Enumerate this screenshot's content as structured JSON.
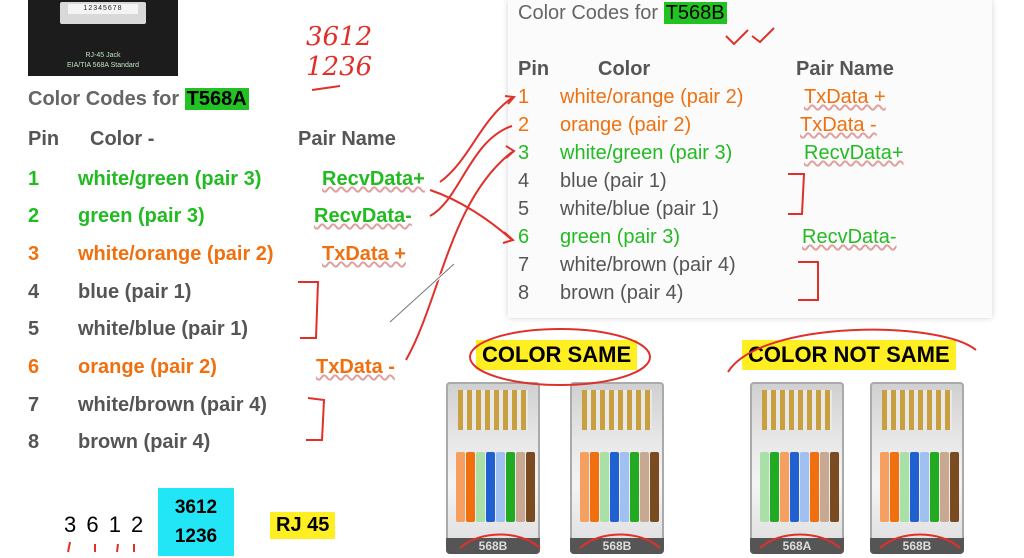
{
  "jack": {
    "pins": "12345678",
    "caption_line1": "RJ-45 Jack",
    "caption_line2": "EIA/TIA 568A Standard"
  },
  "handwriting_top": {
    "line1": "3612",
    "line2": "1236"
  },
  "left_table": {
    "title_prefix": "Color Codes for ",
    "title_highlight": "T568A",
    "headers": {
      "pin": "Pin",
      "color": "Color -",
      "pair": "Pair Name"
    },
    "rows": [
      {
        "pin": "1",
        "color": "white/green (pair 3)",
        "pair": "RecvData+",
        "tone": "green"
      },
      {
        "pin": "2",
        "color": "green (pair 3)",
        "pair": "RecvData-",
        "tone": "green"
      },
      {
        "pin": "3",
        "color": "white/orange (pair 2)",
        "pair": "TxData +",
        "tone": "orange"
      },
      {
        "pin": "4",
        "color": "blue (pair 1)",
        "pair": "",
        "tone": "gray"
      },
      {
        "pin": "5",
        "color": "white/blue (pair 1)",
        "pair": "",
        "tone": "gray"
      },
      {
        "pin": "6",
        "color": "orange (pair 2)",
        "pair": "TxData -",
        "tone": "orange"
      },
      {
        "pin": "7",
        "color": "white/brown (pair 4)",
        "pair": "",
        "tone": "gray"
      },
      {
        "pin": "8",
        "color": "brown (pair 4)",
        "pair": "",
        "tone": "gray"
      }
    ]
  },
  "right_table": {
    "title_prefix": "Color Codes for ",
    "title_highlight": "T568B",
    "headers": {
      "pin": "Pin",
      "color": "Color",
      "pair": "Pair Name"
    },
    "rows": [
      {
        "pin": "1",
        "color": "white/orange (pair 2)",
        "pair": "TxData +",
        "tone": "orange"
      },
      {
        "pin": "2",
        "color": "orange (pair 2)",
        "pair": "TxData -",
        "tone": "orange"
      },
      {
        "pin": "3",
        "color": "white/green (pair 3)",
        "pair": "RecvData+",
        "tone": "green"
      },
      {
        "pin": "4",
        "color": "blue (pair 1)",
        "pair": "",
        "tone": "gray"
      },
      {
        "pin": "5",
        "color": "white/blue (pair 1)",
        "pair": "",
        "tone": "gray"
      },
      {
        "pin": "6",
        "color": "green (pair 3)",
        "pair": "RecvData-",
        "tone": "green"
      },
      {
        "pin": "7",
        "color": "white/brown (pair 4)",
        "pair": "",
        "tone": "gray"
      },
      {
        "pin": "8",
        "color": "brown (pair 4)",
        "pair": "",
        "tone": "gray"
      }
    ]
  },
  "labels": {
    "color_same": "COLOR SAME",
    "color_not_same": "COLOR NOT SAME",
    "rj45": "RJ 45"
  },
  "bottom": {
    "digits": "3 6 1 2",
    "cyan_line1": "3612",
    "cyan_line2": "1236"
  },
  "plugs": {
    "tags": [
      "568B",
      "568B",
      "568A",
      "568B"
    ]
  },
  "colors": {
    "green": "#22bb22",
    "orange": "#f07010",
    "highlight_green": "#22c222",
    "yellow": "#ffee22",
    "cyan": "#22e5f5",
    "annotation_red": "#e0302a"
  }
}
